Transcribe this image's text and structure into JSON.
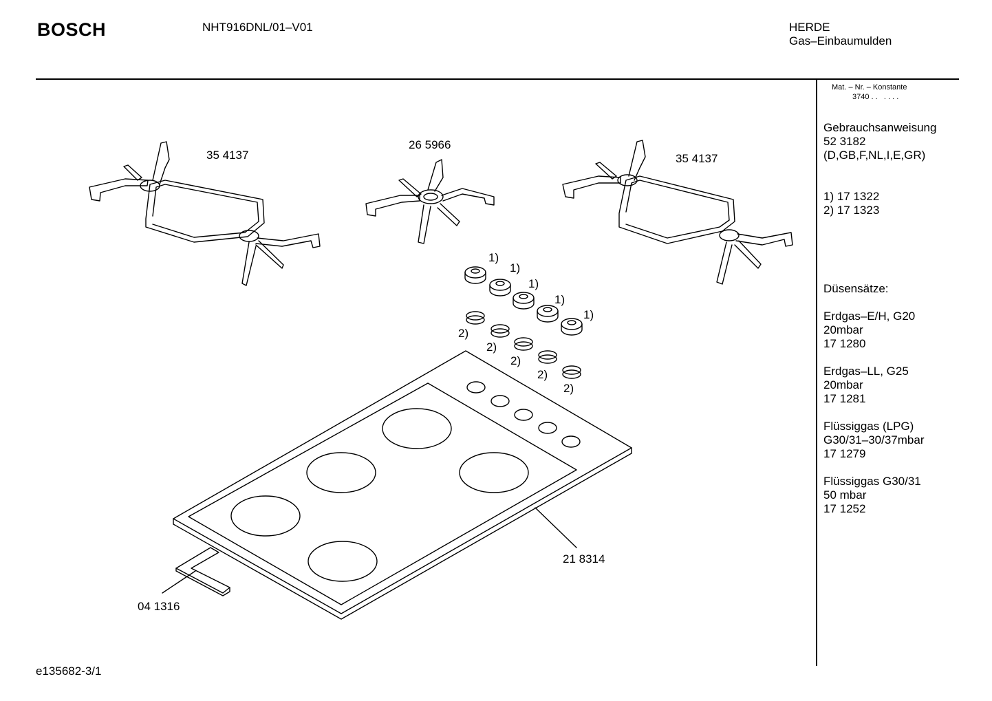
{
  "header": {
    "brand": "BOSCH",
    "model": "NHT916DNL/01–V01",
    "category_1": "HERDE",
    "category_2": "Gas–Einbaumulden"
  },
  "sidebar": {
    "mat_heading": "Mat. – Nr. – Konstante",
    "mat_value": "3740 . .   . . . .",
    "manual": [
      "Gebrauchsanweisung",
      "52 3182",
      "(D,GB,F,NL,I,E,GR)"
    ],
    "notes": [
      "1) 17 1322",
      "2) 17 1323"
    ],
    "nozzle_title": "Düsensätze:",
    "nozzle_sets": [
      [
        "Erdgas–E/H, G20",
        "20mbar",
        "17 1280"
      ],
      [
        "Erdgas–LL, G25",
        "20mbar",
        "17 1281"
      ],
      [
        "Flüssiggas (LPG)",
        "G30/31–30/37mbar",
        "17 1279"
      ],
      [
        "Flüssiggas G30/31",
        "50 mbar",
        "17 1252"
      ]
    ]
  },
  "diagram": {
    "part_labels": {
      "grate_left": "35 4137",
      "grate_center": "26 5966",
      "grate_right": "35 4137",
      "hob": "21 8314",
      "seal": "04 1316"
    },
    "knob_note": "1)",
    "ring_note": "2)"
  },
  "footer": {
    "drawing_id": "e135682-3/1"
  }
}
